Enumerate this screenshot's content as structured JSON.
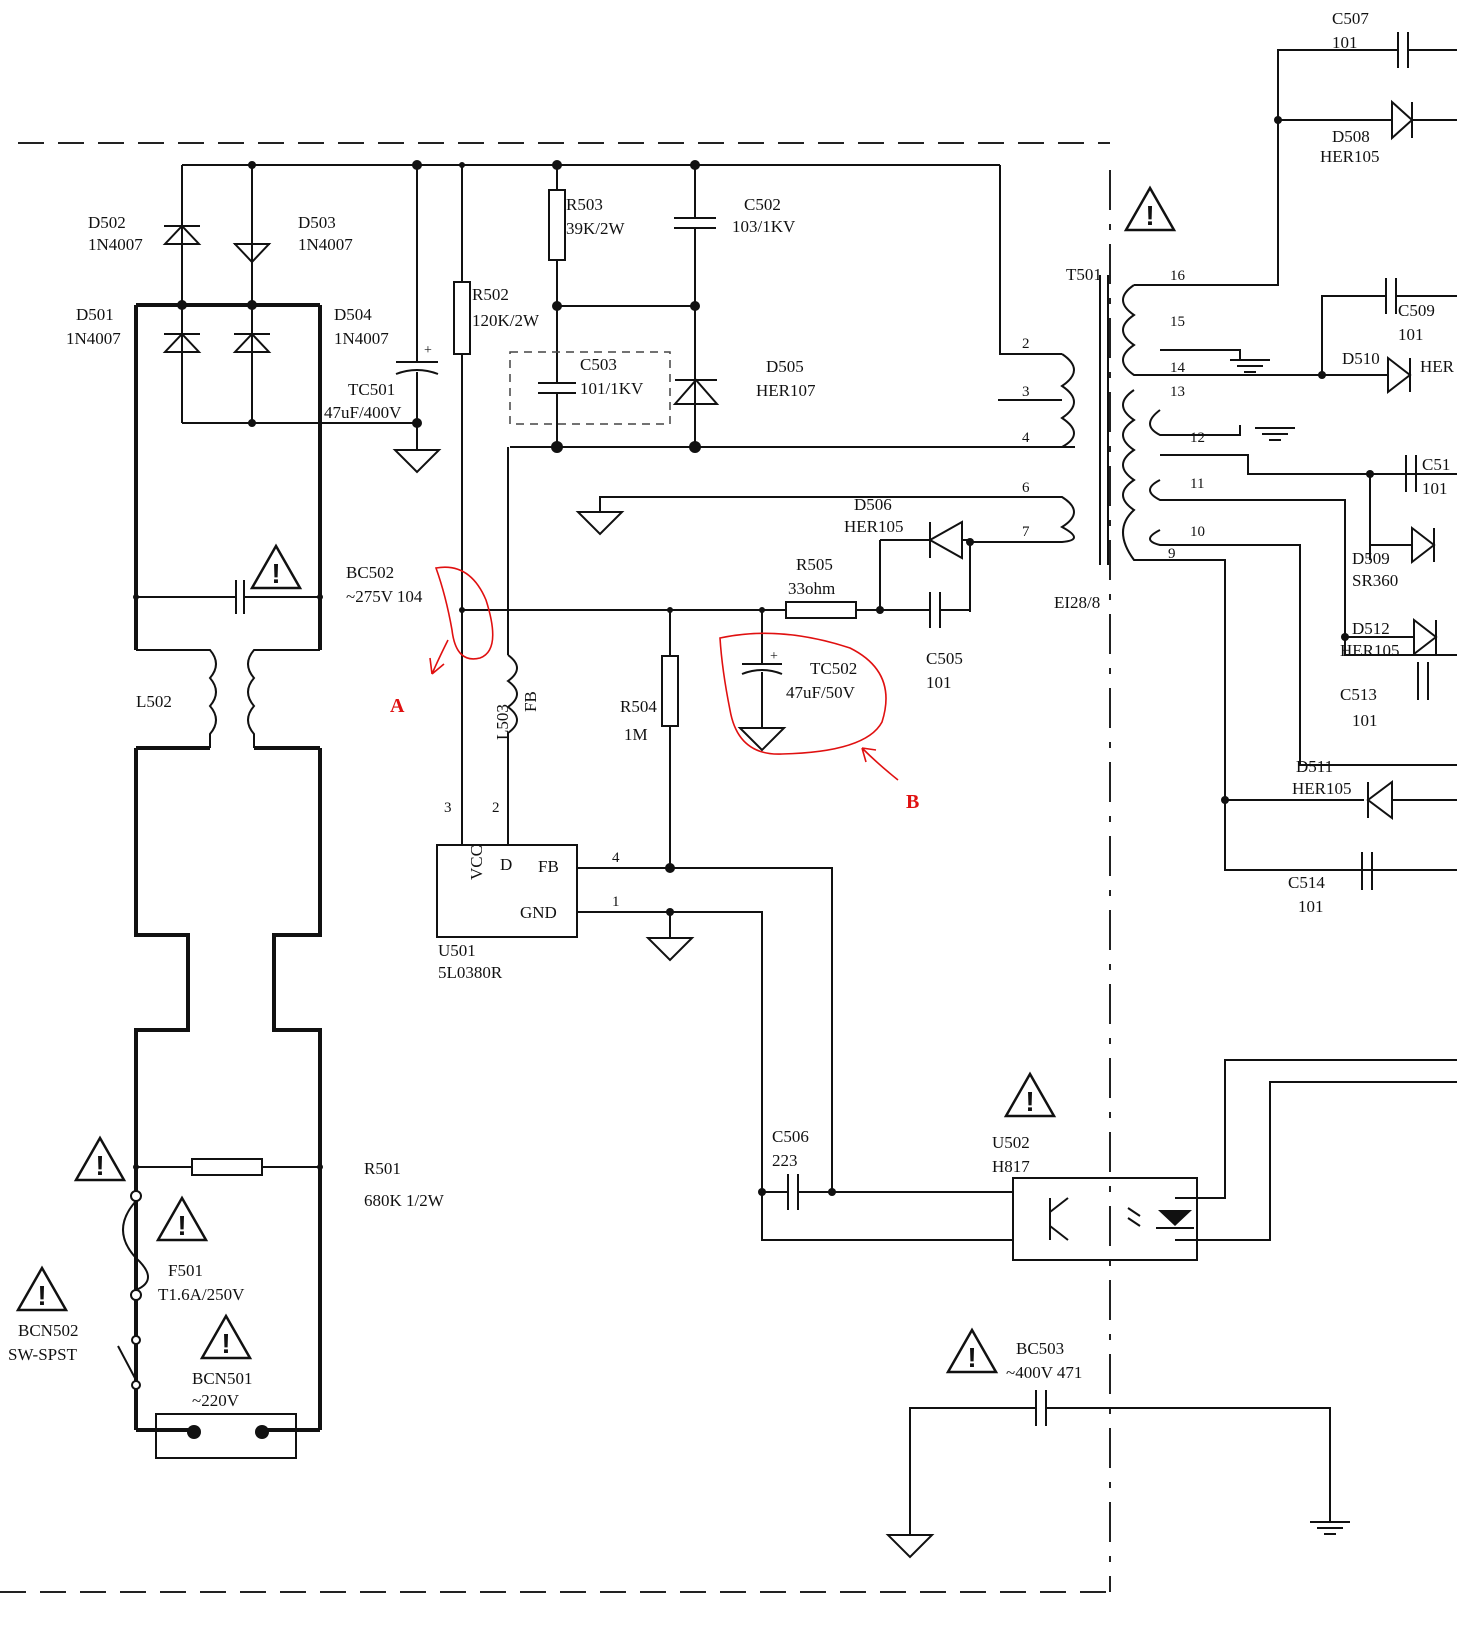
{
  "components": {
    "d502": {
      "ref": "D502",
      "value": "1N4007"
    },
    "d503": {
      "ref": "D503",
      "value": "1N4007"
    },
    "d501": {
      "ref": "D501",
      "value": "1N4007"
    },
    "d504": {
      "ref": "D504",
      "value": "1N4007"
    },
    "tc501": {
      "ref": "TC501",
      "value": "47uF/400V"
    },
    "r502": {
      "ref": "R502",
      "value": "120K/2W"
    },
    "r503": {
      "ref": "R503",
      "value": "39K/2W"
    },
    "c502": {
      "ref": "C502",
      "value": "103/1KV"
    },
    "c503": {
      "ref": "C503",
      "value": "101/1KV"
    },
    "d505": {
      "ref": "D505",
      "value": "HER107"
    },
    "t501": {
      "ref": "T501",
      "core": "EI28/8"
    },
    "d506": {
      "ref": "D506",
      "value": "HER105"
    },
    "r505": {
      "ref": "R505",
      "value": "33ohm"
    },
    "c505": {
      "ref": "C505",
      "value": "101"
    },
    "bc502": {
      "ref": "BC502",
      "value": "~275V 104"
    },
    "l503": {
      "ref": "L503",
      "value": "FB"
    },
    "r504": {
      "ref": "R504",
      "value": "1M"
    },
    "tc502": {
      "ref": "TC502",
      "value": "47uF/50V"
    },
    "l502": {
      "ref": "L502"
    },
    "u501": {
      "ref": "U501",
      "value": "5L0380R",
      "pins": {
        "vcc": "VCC",
        "d": "D",
        "fb": "FB",
        "gnd": "GND"
      }
    },
    "c506": {
      "ref": "C506",
      "value": "223"
    },
    "u502": {
      "ref": "U502",
      "value": "H817"
    },
    "r501": {
      "ref": "R501",
      "value": "680K 1/2W"
    },
    "f501": {
      "ref": "F501",
      "value": "T1.6A/250V"
    },
    "bcn502": {
      "ref": "BCN502",
      "value": "SW-SPST"
    },
    "bcn501": {
      "ref": "BCN501",
      "value": "~220V"
    },
    "bc503": {
      "ref": "BC503",
      "value": "~400V 471"
    },
    "c507": {
      "ref": "C507",
      "value": "101"
    },
    "d508": {
      "ref": "D508",
      "value": "HER105"
    },
    "c509": {
      "ref": "C509",
      "value": "101"
    },
    "d510": {
      "ref": "D510",
      "value": "HER"
    },
    "c51x": {
      "ref": "C51",
      "value": "101"
    },
    "d509": {
      "ref": "D509",
      "value": "SR360"
    },
    "d512": {
      "ref": "D512",
      "value": "HER105"
    },
    "c513": {
      "ref": "C513",
      "value": "101"
    },
    "d511": {
      "ref": "D511",
      "value": "HER105"
    },
    "c514": {
      "ref": "C514",
      "value": "101"
    }
  },
  "pin_numbers": {
    "t_2": "2",
    "t_3": "3",
    "t_4": "4",
    "t_6": "6",
    "t_7": "7",
    "t_16": "16",
    "t_15": "15",
    "t_14": "14",
    "t_13": "13",
    "t_12": "12",
    "t_11": "11",
    "t_10": "10",
    "t_9": "9",
    "u_3": "3",
    "u_2": "2",
    "u_4": "4",
    "u_1": "1"
  },
  "annotations": {
    "a": "A",
    "b": "B"
  },
  "colors": {
    "ink": "#111111",
    "annotation": "#e01010"
  },
  "icons": [
    "warning-triangle-icon",
    "ground-icon"
  ]
}
